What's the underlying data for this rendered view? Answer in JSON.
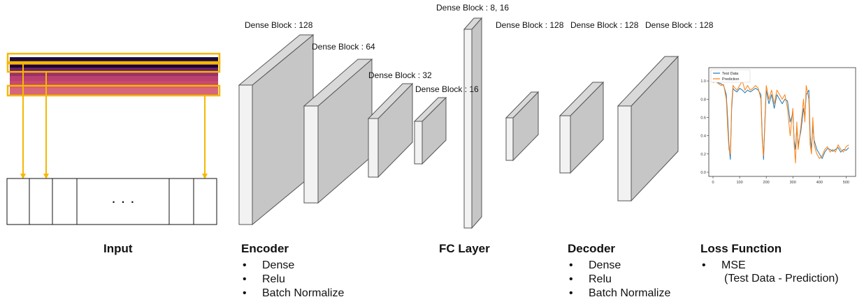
{
  "input": {
    "title": "Input",
    "ellipsis": "· · ·"
  },
  "encoder": {
    "title": "Encoder",
    "layers": [
      "Dense",
      "Relu",
      "Batch Normalize"
    ],
    "blocks": [
      "Dense Block : 128",
      "Dense Block : 64",
      "Dense Block : 32",
      "Dense Block : 16"
    ]
  },
  "fc": {
    "title": "FC Layer",
    "block": "Dense Block : 8,  16"
  },
  "decoder": {
    "title": "Decoder",
    "layers": [
      "Dense",
      "Relu",
      "Batch Normalize"
    ],
    "blocks": [
      "Dense Block : 128",
      "Dense Block : 128",
      "Dense Block : 128"
    ]
  },
  "loss": {
    "title": "Loss Function",
    "items": [
      "MSE"
    ],
    "detail": "(Test Data - Prediction)",
    "chart_data": {
      "type": "line",
      "legend": [
        "Test Data",
        "Prediction"
      ],
      "legend_position": "top-left",
      "x_ticks": [
        "0",
        "100",
        "200",
        "300",
        "400",
        "500"
      ],
      "y_ticks": [
        "0.0",
        "0.2",
        "0.4",
        "0.6",
        "0.8",
        "1.0"
      ],
      "xlim": [
        0,
        520
      ],
      "ylim": [
        0,
        1.1
      ],
      "series": [
        {
          "name": "Test Data",
          "color": "#1f77b4",
          "x": [
            0,
            10,
            20,
            30,
            40,
            50,
            55,
            60,
            65,
            70,
            75,
            80,
            90,
            100,
            110,
            120,
            130,
            140,
            150,
            160,
            170,
            180,
            185,
            190,
            195,
            200,
            210,
            220,
            230,
            240,
            250,
            260,
            270,
            280,
            290,
            300,
            305,
            310,
            315,
            320,
            330,
            340,
            345,
            350,
            360,
            365,
            370,
            375,
            380,
            390,
            400,
            410,
            420,
            430,
            440,
            450,
            460,
            470,
            480,
            490,
            500,
            510
          ],
          "y": [
            1.0,
            0.99,
            0.98,
            0.97,
            0.95,
            0.85,
            0.6,
            0.3,
            0.14,
            0.7,
            0.92,
            0.9,
            0.88,
            0.92,
            0.9,
            0.87,
            0.9,
            0.88,
            0.9,
            0.92,
            0.9,
            0.85,
            0.4,
            0.14,
            0.55,
            0.9,
            0.75,
            0.85,
            0.7,
            0.85,
            0.8,
            0.75,
            0.8,
            0.78,
            0.55,
            0.65,
            0.35,
            0.25,
            0.5,
            0.3,
            0.45,
            0.7,
            0.6,
            0.85,
            0.9,
            0.4,
            0.25,
            0.5,
            0.35,
            0.25,
            0.2,
            0.15,
            0.22,
            0.26,
            0.25,
            0.23,
            0.25,
            0.27,
            0.22,
            0.25,
            0.24,
            0.27
          ]
        },
        {
          "name": "Prediction",
          "color": "#ff7f0e",
          "x": [
            0,
            10,
            20,
            30,
            40,
            50,
            55,
            60,
            65,
            70,
            75,
            80,
            90,
            100,
            110,
            120,
            130,
            140,
            150,
            160,
            170,
            180,
            185,
            190,
            195,
            200,
            210,
            220,
            230,
            240,
            250,
            260,
            270,
            280,
            290,
            300,
            305,
            310,
            315,
            320,
            330,
            340,
            345,
            350,
            360,
            365,
            370,
            375,
            380,
            390,
            400,
            410,
            420,
            430,
            440,
            450,
            460,
            470,
            480,
            490,
            500,
            510
          ],
          "y": [
            0.98,
            1.0,
            0.97,
            0.95,
            0.96,
            0.8,
            0.5,
            0.25,
            0.2,
            0.75,
            0.95,
            0.93,
            0.9,
            0.95,
            1.0,
            0.9,
            0.95,
            0.9,
            0.92,
            0.95,
            0.92,
            0.8,
            0.35,
            0.18,
            0.6,
            0.95,
            0.8,
            0.9,
            0.75,
            0.9,
            0.85,
            0.8,
            0.85,
            0.7,
            0.4,
            0.7,
            0.3,
            0.1,
            0.55,
            0.25,
            0.5,
            0.8,
            0.55,
            0.95,
            0.8,
            0.3,
            0.2,
            0.6,
            0.3,
            0.2,
            0.15,
            0.18,
            0.25,
            0.28,
            0.22,
            0.25,
            0.22,
            0.3,
            0.25,
            0.22,
            0.28,
            0.3
          ]
        }
      ]
    }
  },
  "colors": {
    "arrow": "#f5b800",
    "box_face": "#c6c6c6",
    "box_front": "#f2f2f2",
    "box_stroke": "#555555"
  }
}
